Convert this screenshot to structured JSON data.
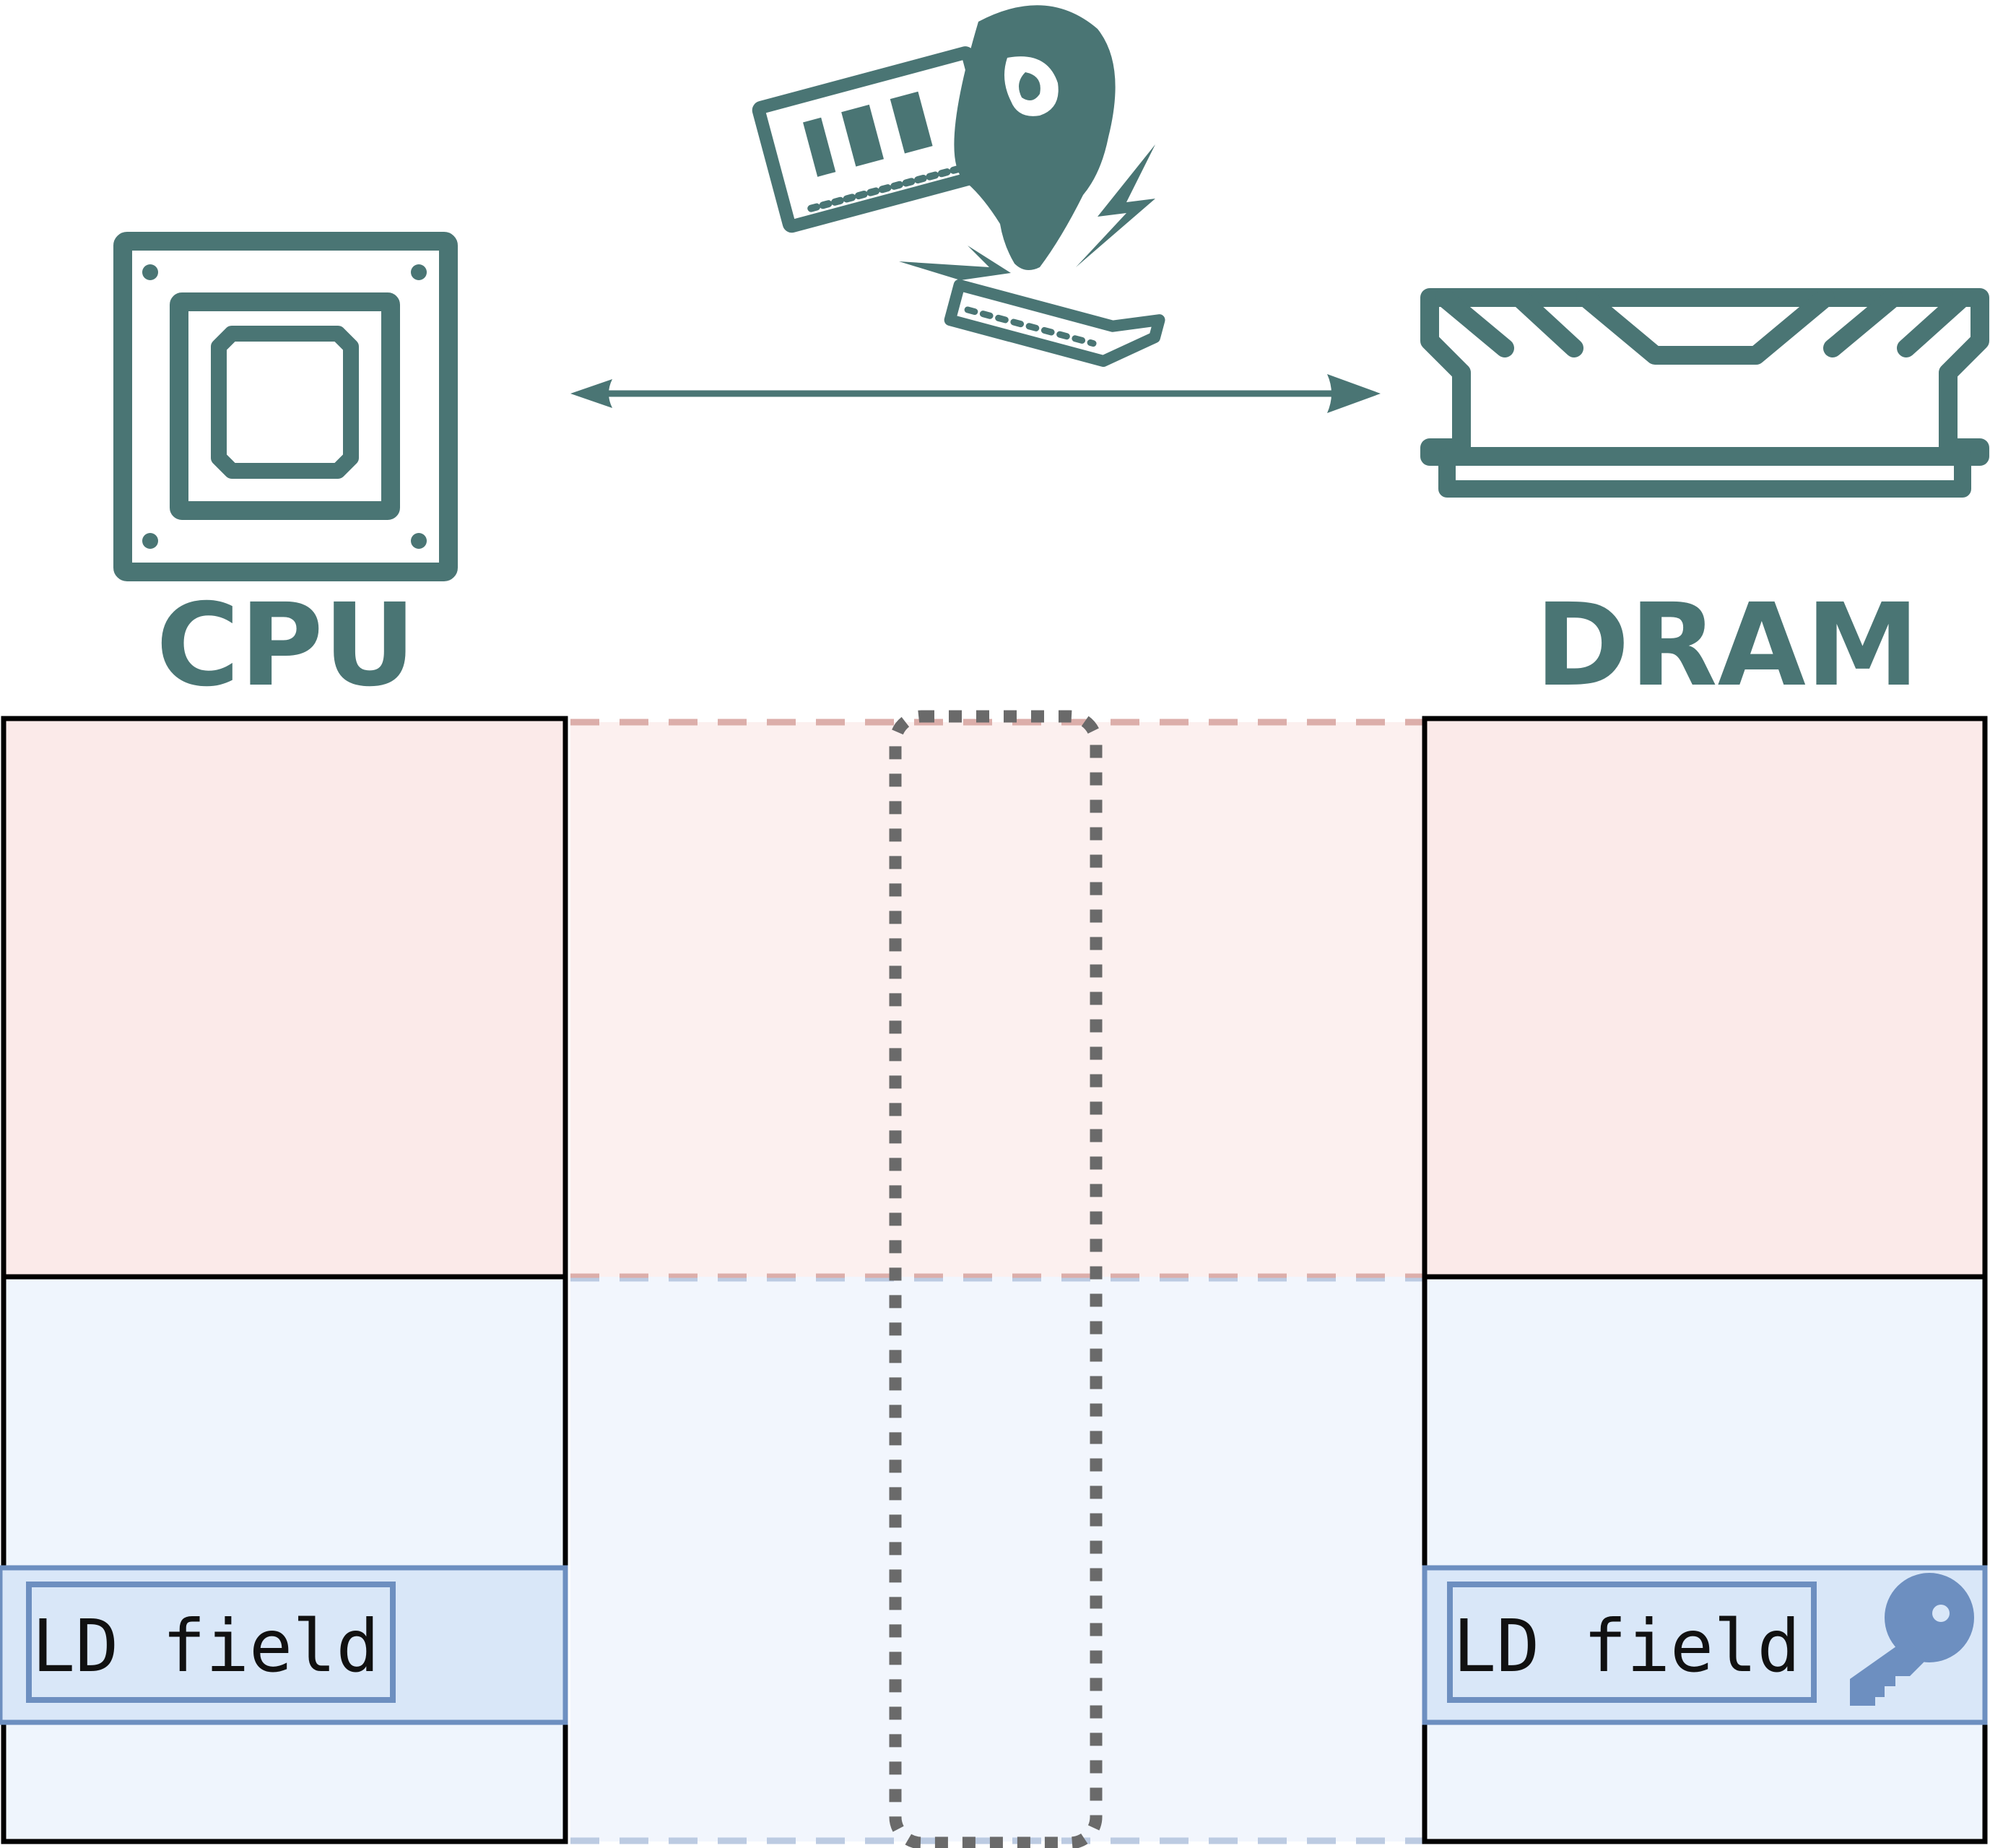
{
  "labels": {
    "cpu": "CPU",
    "dram": "DRAM",
    "cpu_field": "LD field",
    "dram_field": "LD field"
  },
  "icons": {
    "cpu": "cpu-chip-icon",
    "dram": "ram-module-icon",
    "attacker": "rowhammer-ram-icon",
    "key": "key-icon"
  },
  "colors": {
    "icon": "#4a7574",
    "top_region": "#fbeae9",
    "top_region_mid": "#fcf0ef",
    "bottom_region": "#eff5fd",
    "bottom_region_mid": "#f2f6fd",
    "field_fill": "#d9e7f8",
    "field_border": "#6d8fc0",
    "top_dash": "#dcaeaa",
    "bottom_dash": "#bccbe2",
    "bus_dots": "#6a6a6a",
    "key": "#6d8fc0"
  }
}
